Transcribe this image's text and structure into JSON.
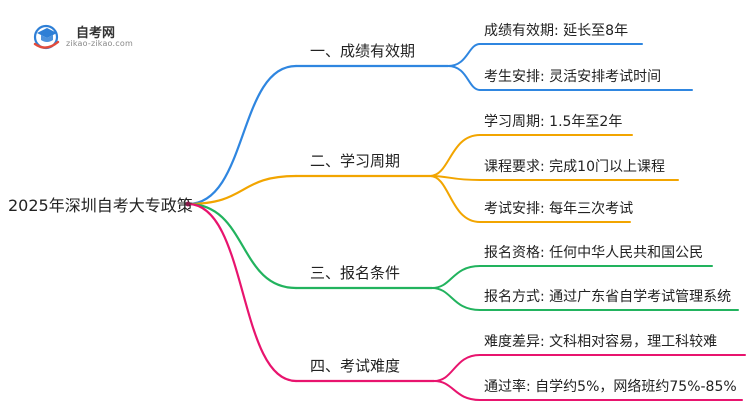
{
  "logo": {
    "title": "自考网",
    "url": "zikao-zikao.com",
    "icon": "graduation-cap-icon",
    "colors": {
      "cap": "#2e7fd6",
      "accent": "#e24b3b"
    }
  },
  "root": {
    "label": "2025年深圳自考大专政策"
  },
  "branches": [
    {
      "label": "一、成绩有效期",
      "color": "#2f86e0",
      "leaves": [
        "成绩有效期: 延长至8年",
        "考生安排: 灵活安排考试时间"
      ]
    },
    {
      "label": "二、学习周期",
      "color": "#f2a500",
      "leaves": [
        "学习周期: 1.5年至2年",
        "课程要求: 完成10门以上课程",
        "考试安排: 每年三次考试"
      ]
    },
    {
      "label": "三、报名条件",
      "color": "#22b35e",
      "leaves": [
        "报名资格: 任何中华人民共和国公民",
        "报名方式: 通过广东省自学考试管理系统"
      ]
    },
    {
      "label": "四、考试难度",
      "color": "#e8146e",
      "leaves": [
        "难度差异: 文科相对容易，理工科较难",
        "通过率: 自学约5%，网络班约75%-85%"
      ]
    }
  ]
}
